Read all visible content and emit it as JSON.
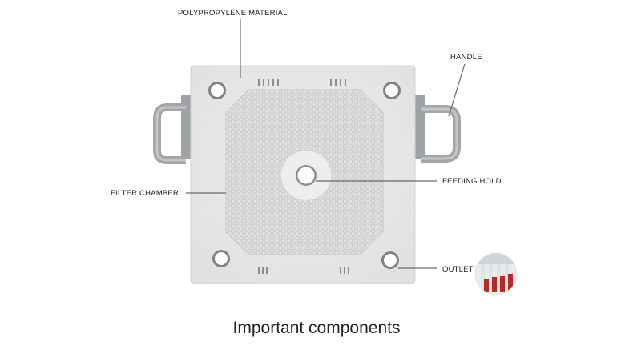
{
  "labels": {
    "polypropylene": "POLYPROPYLENE MATERIAL",
    "handle": "HANDLE",
    "feeding_hold": "FEEDING HOLD",
    "filter_chamber": "FILTER CHAMBER",
    "outlet": "OUTLET"
  },
  "caption": "Important components",
  "colors": {
    "plate": "#e9ebe8",
    "handle": "#9a9d9f",
    "leader": "#666a70",
    "outlet_red": "#b82a25"
  }
}
